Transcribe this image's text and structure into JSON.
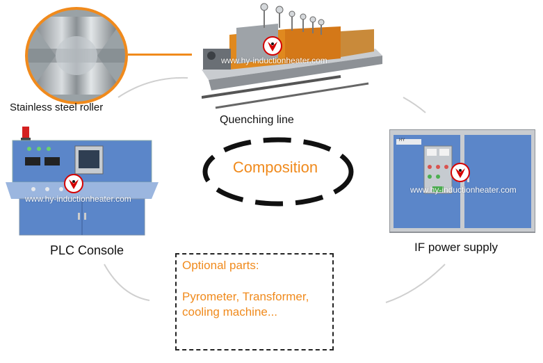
{
  "center": {
    "title": "Composition"
  },
  "components": {
    "roller": {
      "label": "Stainless steel roller"
    },
    "quenching": {
      "label": "Quenching line"
    },
    "plc": {
      "label": "PLC Console"
    },
    "power": {
      "label": "IF power supply",
      "nameplate": "HY"
    }
  },
  "watermark": "www.hy-inductionheater.com",
  "optional": {
    "title": "Optional parts:",
    "body": "Pyrometer, Transformer,\ncooling machine..."
  },
  "colors": {
    "accent": "#f08a1c",
    "logo_red": "#d40000",
    "cabinet_blue": "#5b86c9"
  }
}
